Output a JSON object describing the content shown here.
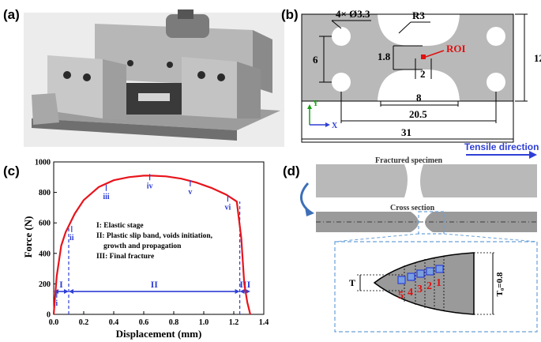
{
  "panel_labels": {
    "a": "(a)",
    "b": "(b)",
    "c": "(c)",
    "d": "(d)"
  },
  "specimen": {
    "dim_holes": "4× Ø3.3",
    "dim_radius": "R3",
    "dim_roi": "ROI",
    "dim_6": "6",
    "dim_1_8": "1.8",
    "dim_2": "2",
    "dim_8": "8",
    "dim_20_5": "20.5",
    "dim_12": "12",
    "dim_31": "31",
    "axis_y": "Y",
    "axis_x": "X",
    "tensile_direction": "Tensile direction"
  },
  "chart_data": {
    "type": "line",
    "xlabel": "Displacement (mm)",
    "ylabel": "Force (N)",
    "xlim": [
      0.0,
      1.4
    ],
    "ylim": [
      0,
      1000
    ],
    "xticks": [
      "0.0",
      "0.2",
      "0.4",
      "0.6",
      "0.8",
      "1.0",
      "1.2",
      "1.4"
    ],
    "yticks": [
      "0",
      "200",
      "400",
      "600",
      "800",
      "1000"
    ],
    "series": [
      {
        "x": [
          0.0,
          0.02,
          0.05,
          0.08,
          0.1,
          0.14,
          0.2,
          0.3,
          0.4,
          0.5,
          0.6,
          0.65,
          0.75,
          0.85,
          0.95,
          1.05,
          1.15,
          1.22,
          1.25,
          1.27,
          1.29,
          1.31
        ],
        "y": [
          0,
          250,
          450,
          540,
          580,
          660,
          750,
          835,
          880,
          900,
          910,
          910,
          905,
          890,
          865,
          830,
          785,
          740,
          500,
          200,
          80,
          0
        ]
      }
    ],
    "markers": [
      {
        "label": "i",
        "x": 0.02,
        "y": 130
      },
      {
        "label": "ii",
        "x": 0.12,
        "y": 560
      },
      {
        "label": "iii",
        "x": 0.35,
        "y": 830
      },
      {
        "label": "iv",
        "x": 0.64,
        "y": 900
      },
      {
        "label": "v",
        "x": 0.91,
        "y": 860
      },
      {
        "label": "vi",
        "x": 1.16,
        "y": 760
      }
    ],
    "stages": [
      {
        "label": "I",
        "from": 0.0,
        "to": 0.1
      },
      {
        "label": "II",
        "from": 0.1,
        "to": 1.24
      },
      {
        "label": "III",
        "from": 1.24,
        "to": 1.31
      }
    ],
    "stage_arrow_y": 150,
    "legend_lines": [
      "I: Elastic stage",
      "II: Plastic slip band, voids initiation,",
      "growth and propagation",
      "III: Final fracture"
    ]
  },
  "fracture": {
    "fractured_specimen": "Fractured specimen",
    "cross_section": "Cross section",
    "points": [
      "5",
      "4",
      "3",
      "2",
      "1"
    ],
    "t_label": "T",
    "t0_label": "T₀=0.8"
  },
  "colors": {
    "curve": "#e8141c",
    "stage_blue": "#2f3fd6",
    "roi_red": "#e01010",
    "specimen_gray": "#b9b9b9",
    "dash_blue": "#6aa0d8"
  }
}
